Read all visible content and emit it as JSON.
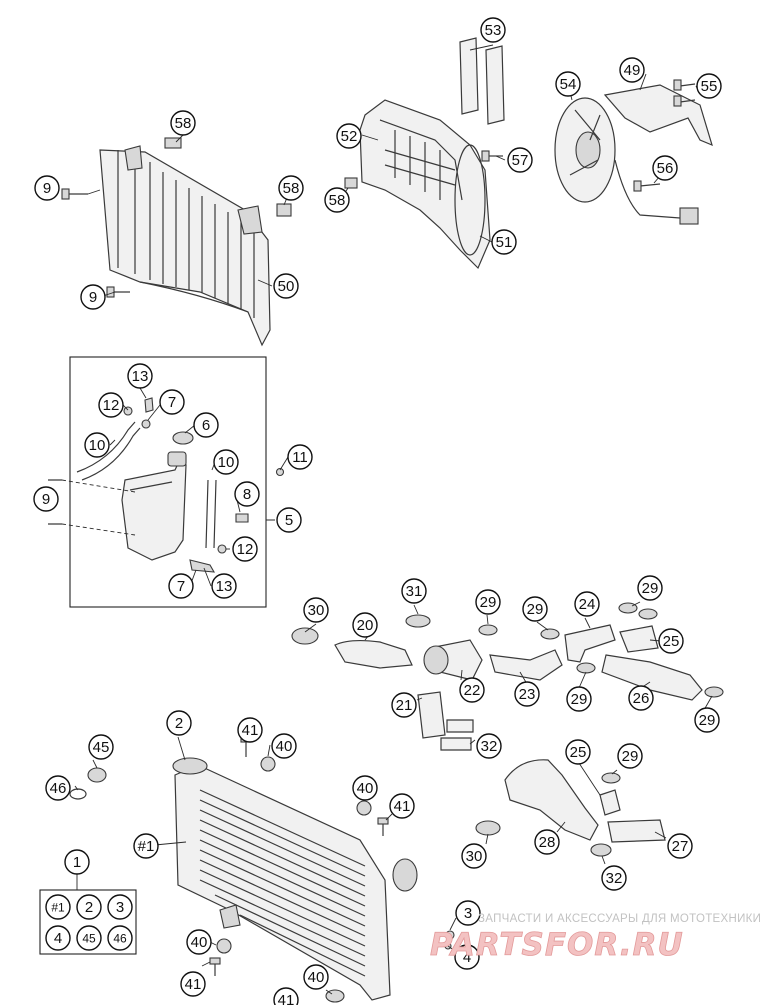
{
  "callouts": [
    "53",
    "49",
    "55",
    "54",
    "58",
    "52",
    "57",
    "9",
    "58",
    "58",
    "56",
    "51",
    "9",
    "50",
    "13",
    "12",
    "7",
    "6",
    "10",
    "11",
    "10",
    "8",
    "9",
    "5",
    "12",
    "7",
    "13",
    "31",
    "30",
    "29",
    "29",
    "24",
    "29",
    "20",
    "25",
    "22",
    "23",
    "21",
    "26",
    "29",
    "29",
    "32",
    "2",
    "41",
    "40",
    "45",
    "46",
    "40",
    "41",
    "25",
    "29",
    "#1",
    "30",
    "28",
    "27",
    "1",
    "32",
    "3",
    "4",
    "40",
    "41",
    "40",
    "41"
  ],
  "kit_box": [
    "#1",
    "2",
    "3",
    "4",
    "45",
    "46"
  ],
  "watermark": {
    "tagline": "ЗАПЧАСТИ И АКСЕССУАРЫ ДЛЯ МОТОТЕХНИКИ",
    "brand": "PARTSFOR.RU"
  }
}
